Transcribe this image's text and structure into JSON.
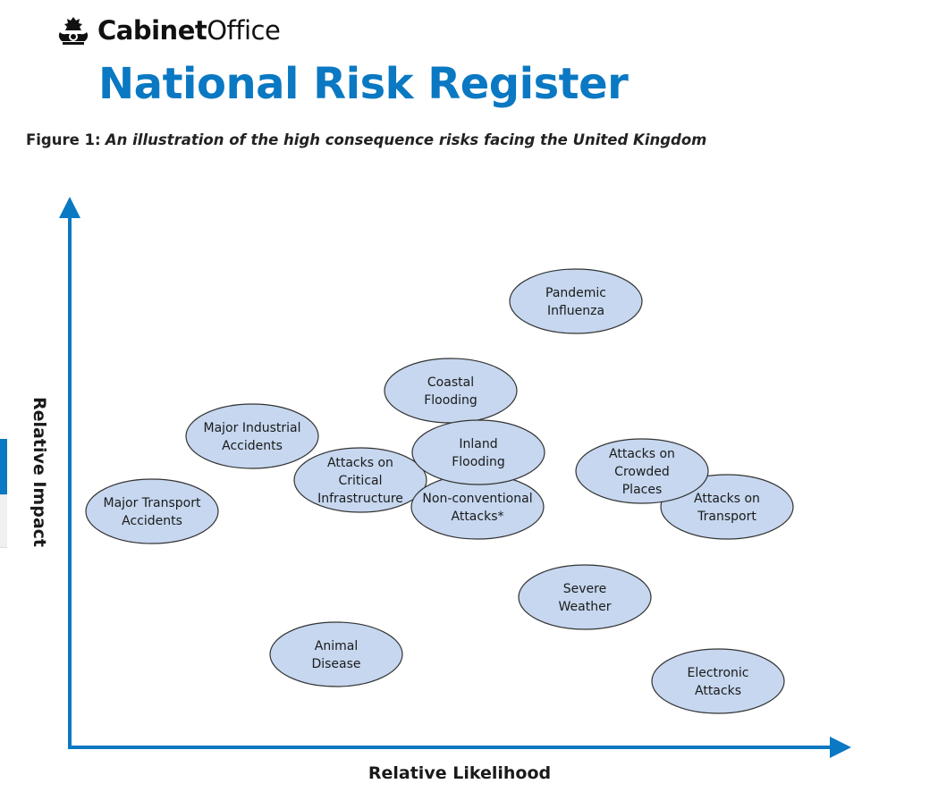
{
  "header": {
    "brand_bold": "Cabinet",
    "brand_light": "Office",
    "title": "National Risk Register",
    "figure_label": "Figure 1:",
    "figure_caption": "An illustration of the high consequence risks facing the United Kingdom"
  },
  "diagram": {
    "y_axis_label": "Relative Impact",
    "x_axis_label": "Relative Likelihood",
    "risks": [
      {
        "id": "pandemic-influenza",
        "lines": [
          "Pandemic",
          "Influenza"
        ]
      },
      {
        "id": "coastal-flooding",
        "lines": [
          "Coastal",
          "Flooding"
        ]
      },
      {
        "id": "major-industrial-accidents",
        "lines": [
          "Major Industrial",
          "Accidents"
        ]
      },
      {
        "id": "attacks-on-critical-infrastructure",
        "lines": [
          "Attacks on",
          "Critical",
          "Infrastructure"
        ]
      },
      {
        "id": "non-conventional-attacks",
        "lines": [
          "Non-conventional",
          "Attacks*"
        ]
      },
      {
        "id": "inland-flooding",
        "lines": [
          "Inland",
          "Flooding"
        ]
      },
      {
        "id": "attacks-on-transport",
        "lines": [
          "Attacks on",
          "Transport"
        ]
      },
      {
        "id": "attacks-on-crowded-places",
        "lines": [
          "Attacks on",
          "Crowded",
          "Places"
        ]
      },
      {
        "id": "major-transport-accidents",
        "lines": [
          "Major Transport",
          "Accidents"
        ]
      },
      {
        "id": "severe-weather",
        "lines": [
          "Severe",
          "Weather"
        ]
      },
      {
        "id": "animal-disease",
        "lines": [
          "Animal",
          "Disease"
        ]
      },
      {
        "id": "electronic-attacks",
        "lines": [
          "Electronic",
          "Attacks"
        ]
      }
    ],
    "colors": {
      "bubble_fill": "#c6d7ef",
      "bubble_stroke": "#333333",
      "axis": "#0a78c2"
    }
  }
}
